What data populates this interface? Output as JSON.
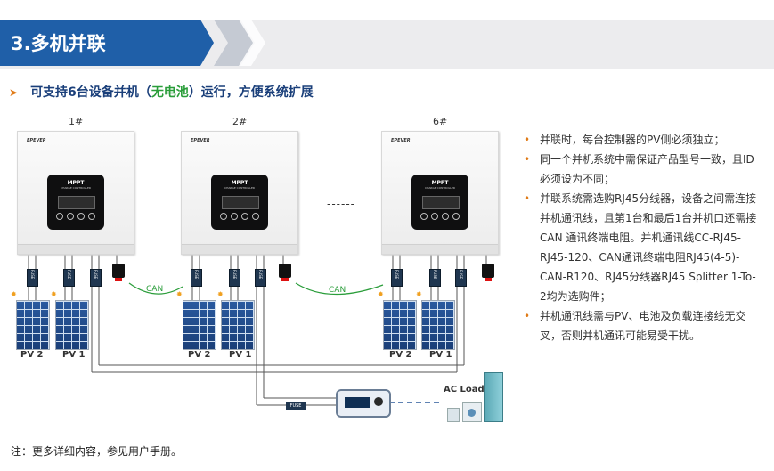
{
  "header": {
    "title": "3.多机并联"
  },
  "subtitle": {
    "prefix": "可支持6台设备并机（",
    "highlight": "无电池",
    "suffix": "）运行，方便系统扩展"
  },
  "diagram": {
    "devices": [
      {
        "label": "1#",
        "brand": "EPEVER",
        "screen_title": "MPPT",
        "screen_sub": "CHARGE CONTROLLER"
      },
      {
        "label": "2#",
        "brand": "EPEVER",
        "screen_title": "MPPT",
        "screen_sub": "CHARGE CONTROLLER"
      },
      {
        "label": "6#",
        "brand": "EPEVER",
        "screen_title": "MPPT",
        "screen_sub": "CHARGE CONTROLLER"
      }
    ],
    "ellipsis": "------",
    "fuse_label": "FUSE",
    "can_label": "CAN",
    "pv_labels": [
      "PV 2",
      "PV 1"
    ],
    "ac_load_label": "AC Load"
  },
  "notes": [
    "并联时，每台控制器的PV侧必须独立；",
    "同一个并机系统中需保证产品型号一致，且ID必须设为不同；",
    "并联系统需选购RJ45分线器，设备之间需连接并机通讯线，且第1台和最后1台并机口还需接CAN 通讯终端电阻。并机通讯线CC-RJ45-RJ45-120、CAN通讯终端电阻RJ45(4-5)-CAN-R120、RJ45分线器RJ45 Splitter 1-To-2均为选购件；",
    "并机通讯线需与PV、电池及负载连接线无交叉，否则并机通讯可能易受干扰。"
  ],
  "footnote": "注：更多详细内容，参见用户手册。",
  "colors": {
    "header_blue": "#1f5fa8",
    "accent_orange": "#e07b18",
    "can_green": "#2a9d3a",
    "title_navy": "#1a3f7a"
  }
}
